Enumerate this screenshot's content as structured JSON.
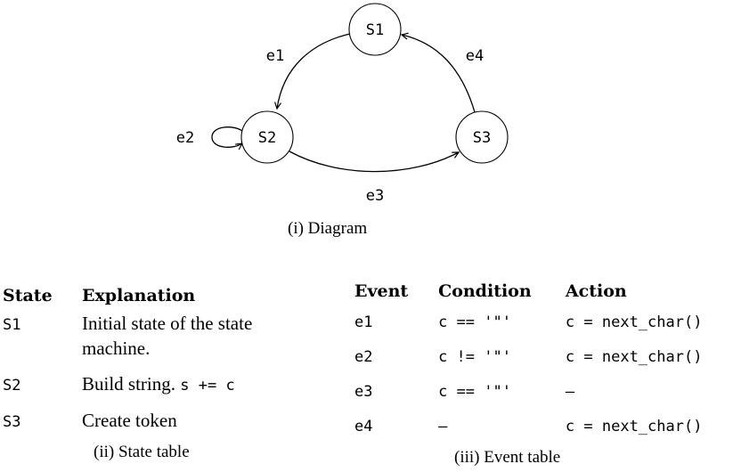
{
  "diagram": {
    "nodes": [
      {
        "id": "S1",
        "label": "S1"
      },
      {
        "id": "S2",
        "label": "S2"
      },
      {
        "id": "S3",
        "label": "S3"
      }
    ],
    "edges": [
      {
        "from": "S1",
        "to": "S2",
        "label": "e1"
      },
      {
        "from": "S2",
        "to": "S2",
        "label": "e2"
      },
      {
        "from": "S2",
        "to": "S3",
        "label": "e3"
      },
      {
        "from": "S3",
        "to": "S1",
        "label": "e4"
      }
    ],
    "caption": "(i) Diagram"
  },
  "state_table": {
    "headers": [
      "State",
      "Explanation"
    ],
    "rows": [
      {
        "state": "S1",
        "explanation": "Initial state of the state machine."
      },
      {
        "state": "S2",
        "explanation_text": "Build string.",
        "explanation_code": "s += c"
      },
      {
        "state": "S3",
        "explanation": "Create token"
      }
    ],
    "caption": "(ii) State table"
  },
  "event_table": {
    "headers": [
      "Event",
      "Condition",
      "Action"
    ],
    "rows": [
      {
        "event": "e1",
        "condition": "c == '\"'",
        "action": "c = next_char()"
      },
      {
        "event": "e2",
        "condition": "c != '\"'",
        "action": "c = next_char()"
      },
      {
        "event": "e3",
        "condition": "c == '\"'",
        "action": "–"
      },
      {
        "event": "e4",
        "condition": "–",
        "action": "c = next_char()"
      }
    ],
    "caption": "(iii) Event table"
  }
}
